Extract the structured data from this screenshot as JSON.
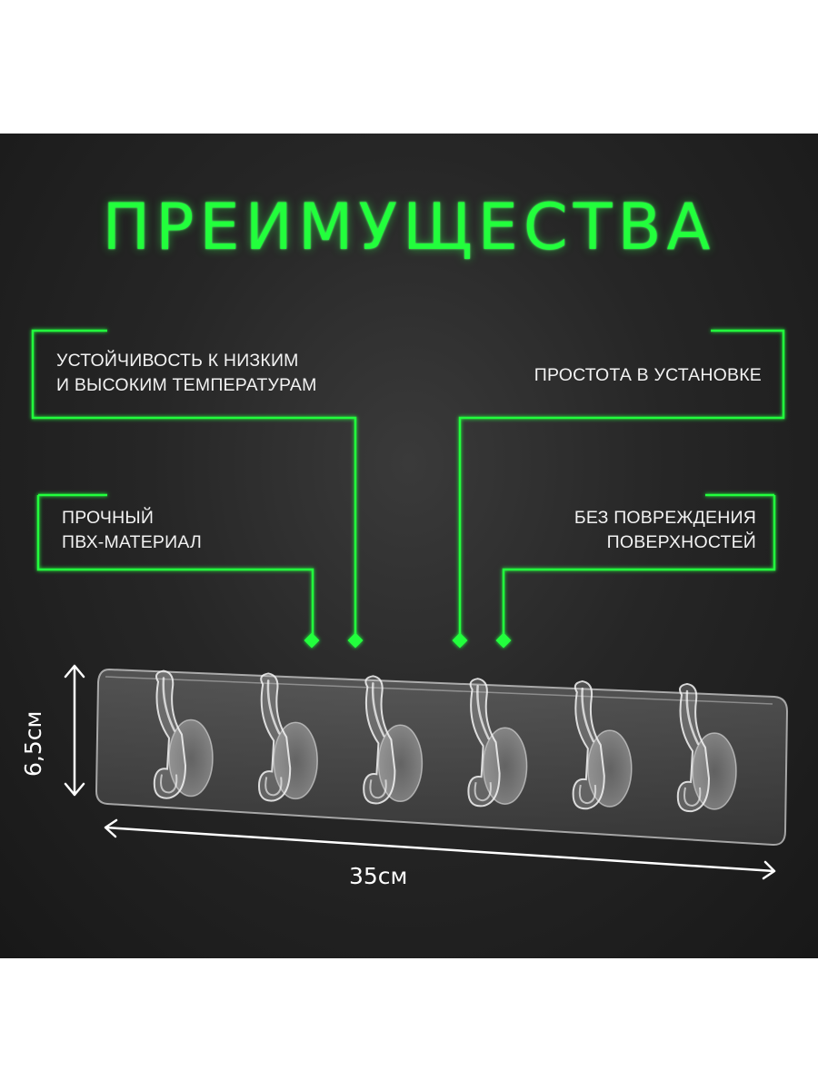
{
  "heading": "ПРЕИМУЩЕСТВА",
  "features": {
    "left_top": [
      "УСТОЙЧИВОСТЬ К НИЗКИМ",
      "И ВЫСОКИМ ТЕМПЕРАТУРАМ"
    ],
    "right_top": [
      "ПРОСТОТА В УСТАНОВКЕ"
    ],
    "left_bottom": [
      "ПРОЧНЫЙ",
      "ПВХ-МАТЕРИАЛ"
    ],
    "right_bottom": [
      "БЕЗ ПОВРЕЖДЕНИЯ",
      "ПОВЕРХНОСТЕЙ"
    ]
  },
  "dimensions": {
    "width_label": "35см",
    "height_label": "6,5см"
  },
  "product": {
    "hook_count": 6
  },
  "colors": {
    "accent": "#22ff3c",
    "background": "#262626",
    "text": "#f2f2f2"
  }
}
